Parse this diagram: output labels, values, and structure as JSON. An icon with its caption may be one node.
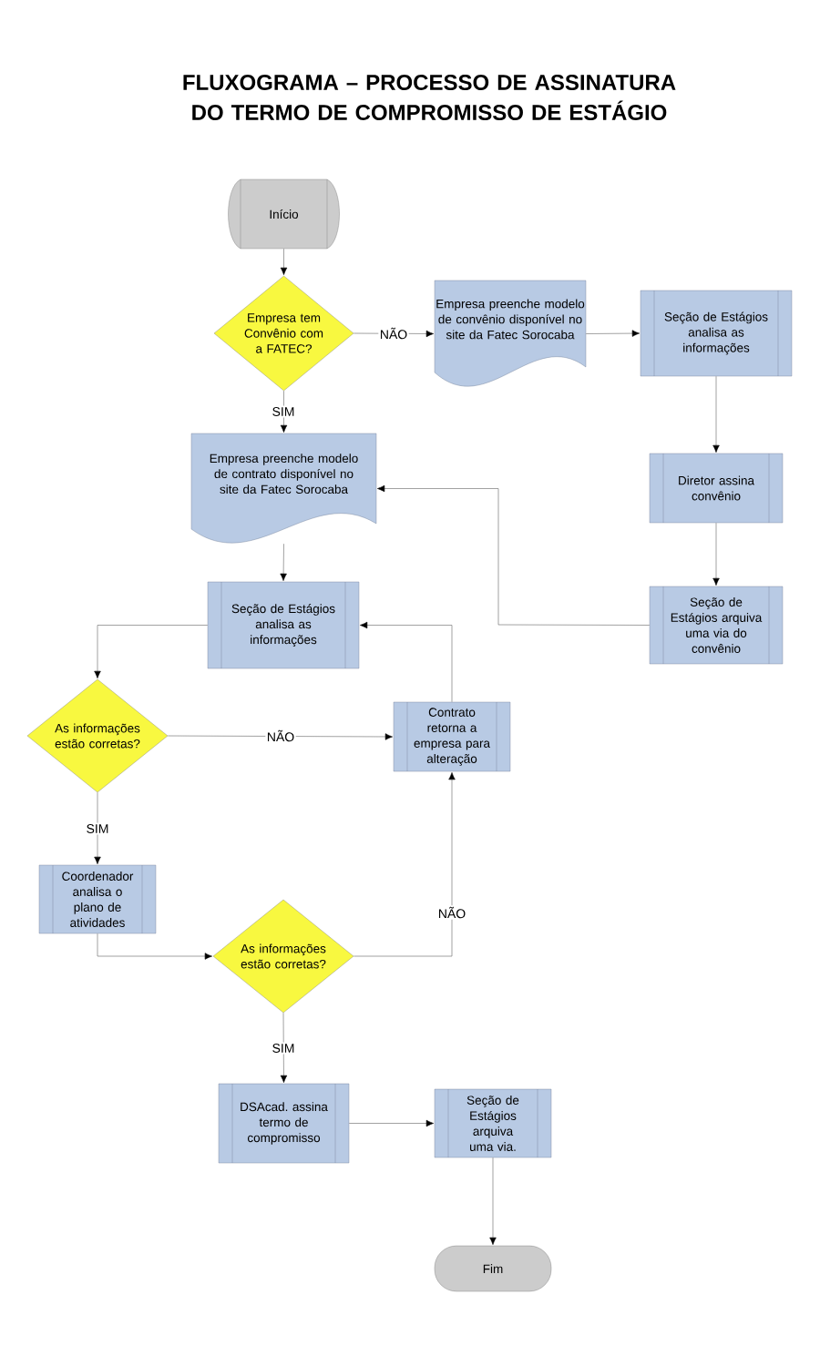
{
  "diagram": {
    "title": "FLUXOGRAMA – PROCESSO DE ASSINATURA DO TERMO DE COMPROMISSO DE ESTÁGIO",
    "nodes": [
      {
        "text": [
          "Início"
        ]
      },
      {
        "text": [
          "Empresa tem Convênio com a FATEC?"
        ]
      },
      {
        "text": [
          "Empresa preenche modelo de convênio disponível no site da Fatec Sorocaba"
        ]
      },
      {
        "text": [
          "Seção de Estágios analisa as informações"
        ]
      },
      {
        "text": [
          "Diretor assina convênio"
        ]
      },
      {
        "text": [
          "Seção de Estágios arquiva uma via do convênio"
        ]
      },
      {
        "text": [
          "Empresa preenche modelo de contrato disponível no site da Fatec Sorocaba"
        ]
      },
      {
        "text": [
          "Seção de Estágios analisa as informações"
        ]
      },
      {
        "text": [
          "As informações estão corretas?"
        ]
      },
      {
        "text": [
          "Contrato retorna a empresa para alteração"
        ]
      },
      {
        "text": [
          "Coordenador analisa o plano de atividades"
        ]
      },
      {
        "text": [
          "As informações estão corretas?"
        ]
      },
      {
        "text": [
          "DSAcad. assina termo de compromisso"
        ]
      },
      {
        "text": [
          "Seção de Estágios arquiva uma via."
        ]
      },
      {
        "text": [
          "Fim"
        ]
      }
    ],
    "edges": [
      {
        "from": 0,
        "to": 1,
        "arrow": "to"
      },
      {
        "from": 1,
        "to": 2,
        "arrow": "to",
        "label": "NÃO"
      },
      {
        "from": 1,
        "to": 6,
        "arrow": "to",
        "label": "SIM"
      },
      {
        "from": 2,
        "to": 3,
        "arrow": "to"
      },
      {
        "from": 3,
        "to": 4,
        "arrow": "to"
      },
      {
        "from": 4,
        "to": 5,
        "arrow": "to"
      },
      {
        "from": 5,
        "to": 6,
        "arrow": "to"
      },
      {
        "from": 6,
        "to": 7,
        "arrow": "to"
      },
      {
        "from": 7,
        "to": 8,
        "arrow": "to"
      },
      {
        "from": 8,
        "to": 9,
        "arrow": "to",
        "label": "NÃO"
      },
      {
        "from": 8,
        "to": 10,
        "arrow": "to",
        "label": "SIM"
      },
      {
        "from": 9,
        "to": 7,
        "arrow": "to"
      },
      {
        "from": 10,
        "to": 11,
        "arrow": "to"
      },
      {
        "from": 11,
        "to": 9,
        "arrow": "to",
        "label": "NÃO"
      },
      {
        "from": 11,
        "to": 12,
        "arrow": "to",
        "label": "SIM"
      },
      {
        "from": 12,
        "to": 13,
        "arrow": "to"
      },
      {
        "from": 13,
        "to": 14,
        "arrow": "to"
      }
    ]
  }
}
